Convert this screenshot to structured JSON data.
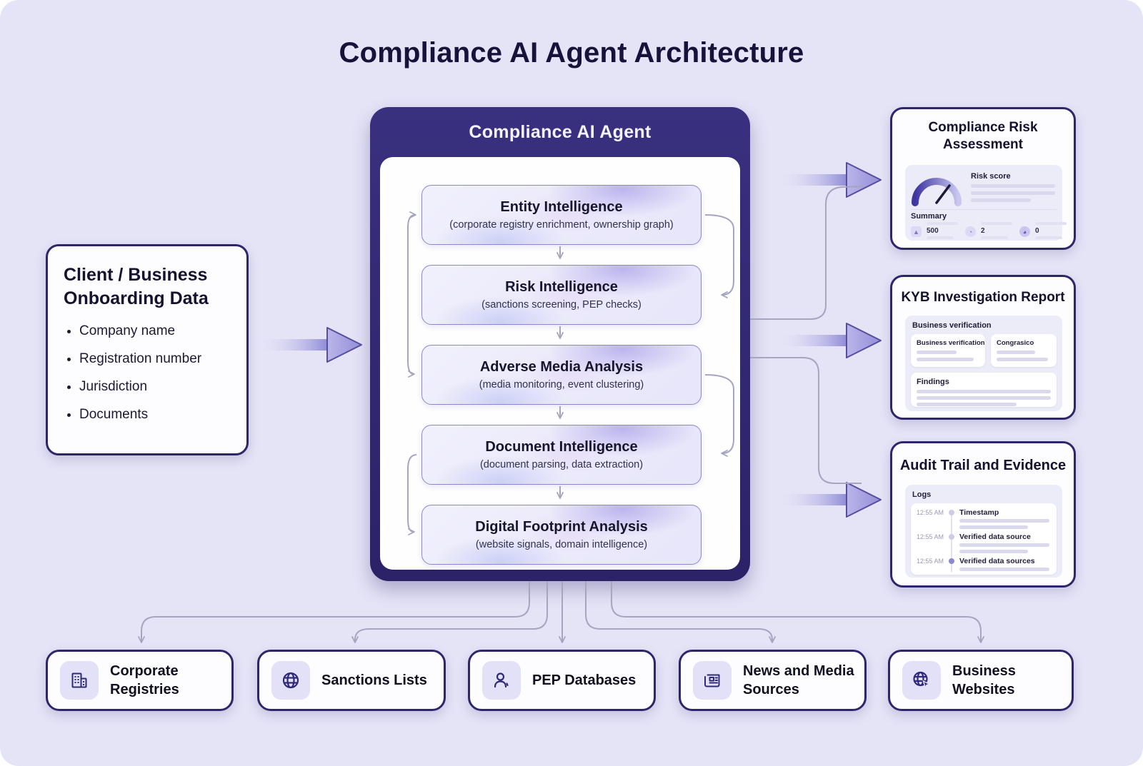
{
  "title": "Compliance AI Agent Architecture",
  "colors": {
    "background": "#e5e4f7",
    "indigo_border": "#2d2669",
    "agent_header_bg": "#312874",
    "arrow_purple": "#8f8ad6",
    "connector_gray": "#a6a5c0"
  },
  "client_box": {
    "title": "Client / Business Onboarding Data",
    "bullets": [
      "Company name",
      "Registration number",
      "Jurisdiction",
      "Documents"
    ]
  },
  "agent": {
    "header": "Compliance AI Agent",
    "modules": [
      {
        "title": "Entity Intelligence",
        "subtitle": "(corporate registry enrichment, ownership graph)"
      },
      {
        "title": "Risk Intelligence",
        "subtitle": "(sanctions screening, PEP checks)"
      },
      {
        "title": "Adverse Media Analysis",
        "subtitle": "(media monitoring, event clustering)"
      },
      {
        "title": "Document Intelligence",
        "subtitle": "(document parsing, data extraction)"
      },
      {
        "title": "Digital Footprint Analysis",
        "subtitle": "(website signals, domain intelligence)"
      }
    ]
  },
  "outputs": {
    "risk_assessment": {
      "title": "Compliance Risk Assessment",
      "risk_score_label": "Risk score",
      "summary_label": "Summary",
      "stats": [
        {
          "icon": "warning-triangle",
          "value": "500"
        },
        {
          "icon": "clock-circle",
          "value": "2"
        },
        {
          "icon": "pie-circle",
          "value": "0"
        }
      ]
    },
    "kyb_report": {
      "title": "KYB Investigation Report",
      "section_label": "Business verification",
      "card1_label": "Business verification",
      "card2_label": "Congrasico",
      "findings_label": "Findings"
    },
    "audit_trail": {
      "title": "Audit Trail and Evidence",
      "logs_label": "Logs",
      "entries": [
        {
          "time": "12:55 AM",
          "label": "Timestamp"
        },
        {
          "time": "12:55 AM",
          "label": "Verified data source"
        },
        {
          "time": "12:55 AM",
          "label": "Verified data sources"
        }
      ]
    }
  },
  "sources": [
    {
      "label": "Corporate Registries",
      "icon": "building"
    },
    {
      "label": "Sanctions Lists",
      "icon": "globe"
    },
    {
      "label": "PEP Databases",
      "icon": "person"
    },
    {
      "label": "News and Media Sources",
      "icon": "newspaper"
    },
    {
      "label": "Business Websites",
      "icon": "globe-cursor"
    }
  ]
}
